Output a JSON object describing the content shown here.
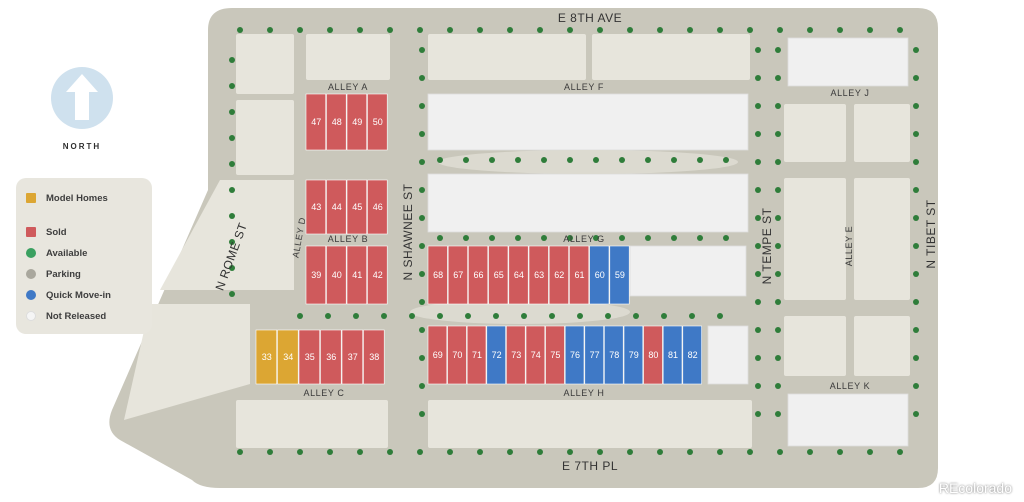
{
  "north": {
    "label": "NORTH"
  },
  "legend": {
    "title": "Model Homes",
    "items": [
      {
        "label": "Sold",
        "color": "#cf5a5c"
      },
      {
        "label": "Available",
        "color": "#3aa060"
      },
      {
        "label": "Parking",
        "color": "#a9a79d"
      },
      {
        "label": "Quick Move-in",
        "color": "#3f79c6"
      },
      {
        "label": "Not Released",
        "color": "#e6e6e6"
      }
    ],
    "model_color": "#dca633"
  },
  "streets": {
    "e_8th_ave": "E 8TH AVE",
    "e_7th_pl": "E 7TH PL",
    "n_rome_st": "N ROME ST",
    "n_shawnee_st": "N SHAWNEE ST",
    "n_tempe_st": "N TEMPE ST",
    "n_tibet_st": "N TIBET ST"
  },
  "alleys": {
    "a": "ALLEY A",
    "b": "ALLEY B",
    "c": "ALLEY C",
    "d": "ALLEY D",
    "e": "ALLEY E",
    "f": "ALLEY F",
    "g": "ALLEY G",
    "h": "ALLEY H",
    "j": "ALLEY J",
    "k": "ALLEY K"
  },
  "lots": {
    "block_a": [
      {
        "n": "47",
        "status": "sold"
      },
      {
        "n": "48",
        "status": "sold"
      },
      {
        "n": "49",
        "status": "sold"
      },
      {
        "n": "50",
        "status": "sold"
      }
    ],
    "block_a2": [
      {
        "n": "43",
        "status": "sold"
      },
      {
        "n": "44",
        "status": "sold"
      },
      {
        "n": "45",
        "status": "sold"
      },
      {
        "n": "46",
        "status": "sold"
      }
    ],
    "block_b": [
      {
        "n": "39",
        "status": "sold"
      },
      {
        "n": "40",
        "status": "sold"
      },
      {
        "n": "41",
        "status": "sold"
      },
      {
        "n": "42",
        "status": "sold"
      }
    ],
    "block_c": [
      {
        "n": "33",
        "status": "model"
      },
      {
        "n": "34",
        "status": "model"
      },
      {
        "n": "35",
        "status": "sold"
      },
      {
        "n": "36",
        "status": "sold"
      },
      {
        "n": "37",
        "status": "sold"
      },
      {
        "n": "38",
        "status": "sold"
      }
    ],
    "block_g": [
      {
        "n": "68",
        "status": "sold"
      },
      {
        "n": "67",
        "status": "sold"
      },
      {
        "n": "66",
        "status": "sold"
      },
      {
        "n": "65",
        "status": "sold"
      },
      {
        "n": "64",
        "status": "sold"
      },
      {
        "n": "63",
        "status": "sold"
      },
      {
        "n": "62",
        "status": "sold"
      },
      {
        "n": "61",
        "status": "sold"
      },
      {
        "n": "60",
        "status": "quick"
      },
      {
        "n": "59",
        "status": "quick"
      }
    ],
    "block_h": [
      {
        "n": "69",
        "status": "sold"
      },
      {
        "n": "70",
        "status": "sold"
      },
      {
        "n": "71",
        "status": "sold"
      },
      {
        "n": "72",
        "status": "quick"
      },
      {
        "n": "73",
        "status": "sold"
      },
      {
        "n": "74",
        "status": "sold"
      },
      {
        "n": "75",
        "status": "sold"
      },
      {
        "n": "76",
        "status": "quick"
      },
      {
        "n": "77",
        "status": "quick"
      },
      {
        "n": "78",
        "status": "quick"
      },
      {
        "n": "79",
        "status": "quick"
      },
      {
        "n": "80",
        "status": "sold"
      },
      {
        "n": "81",
        "status": "quick"
      },
      {
        "n": "82",
        "status": "quick"
      }
    ]
  },
  "watermark": "REcolorado"
}
